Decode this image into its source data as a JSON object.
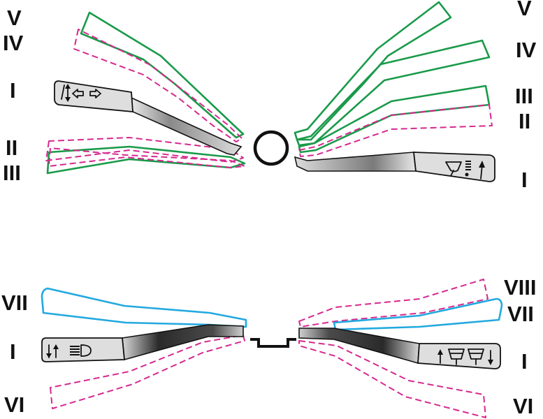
{
  "colors": {
    "green": "#1a9a4a",
    "magenta": "#d6288f",
    "cyan": "#22a9df",
    "dark": "#111111",
    "lever_light": "#e6e6e6",
    "lever_dark": "#2a2a2a"
  },
  "top_diagram": {
    "left_labels": {
      "v": "V",
      "iv": "IV",
      "i": "I",
      "ii": "II",
      "iii": "III"
    },
    "right_labels": {
      "v": "V",
      "iv": "IV",
      "iii": "III",
      "ii": "II",
      "i": "I"
    },
    "left_lever_icons": [
      "lever-updown-icon",
      "left-arrow-icon",
      "right-arrow-icon"
    ],
    "right_lever_icons": [
      "wiper-spray-icon",
      "up-arrow-icon"
    ]
  },
  "bottom_diagram": {
    "left_labels": {
      "vii": "VII",
      "i": "I",
      "vi": "VI"
    },
    "right_labels": {
      "viii": "VIII",
      "vii": "VII",
      "i": "I",
      "vi": "VI"
    },
    "left_lever_icons": [
      "lever-updown-icon",
      "headlight-beam-icon"
    ],
    "right_lever_icons": [
      "up-arrow-icon",
      "wiper-icon",
      "wiper-icon",
      "down-arrow-icon"
    ]
  }
}
